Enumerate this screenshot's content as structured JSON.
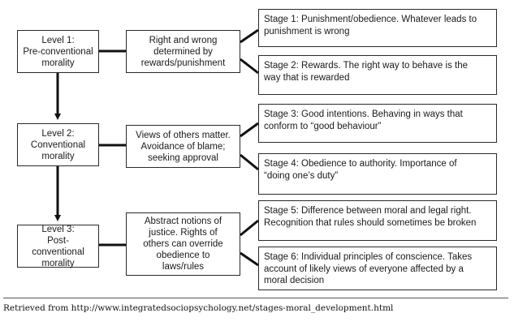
{
  "levels": [
    {
      "label": "Level 1:\nPre-conventional\nmorality"
    },
    {
      "label": "Level 2:\nConventional\nmorality"
    },
    {
      "label": "Level 3:\nPost-conventional\nmorality"
    }
  ],
  "descriptions": [
    {
      "text": "Right and wrong\ndetermined by\nrewards/punishment"
    },
    {
      "text": "Views of others matter.\nAvoidance of blame;\nseeking approval"
    },
    {
      "text": "Abstract notions of\njustice. Rights of\nothers can override\nobedience to\nlaws/rules"
    }
  ],
  "stages": [
    {
      "text": "Stage 1: Punishment/obedience. Whatever leads to\npunishment is wrong"
    },
    {
      "text": "Stage 2: Rewards. The right way to behave is the\nway that is rewarded"
    },
    {
      "text": "Stage 3: Good intentions. Behaving in ways that\nconform to “good behaviour”"
    },
    {
      "text": "Stage 4: Obedience to authority. Importance of\n“doing one’s duty”"
    },
    {
      "text": "Stage 5: Difference between moral and legal right.\nRecognition that rules should sometimes be broken"
    },
    {
      "text": "Stage 6: Individual principles of conscience. Takes\naccount of likely views of everyone affected by a\nmoral decision"
    }
  ],
  "caption": "Retrieved from http://www.integratedsociopsychology.net/stages-moral_development.html",
  "colors": {
    "line": "#111111",
    "border": "#2a2a2a",
    "background": "#ffffff"
  }
}
